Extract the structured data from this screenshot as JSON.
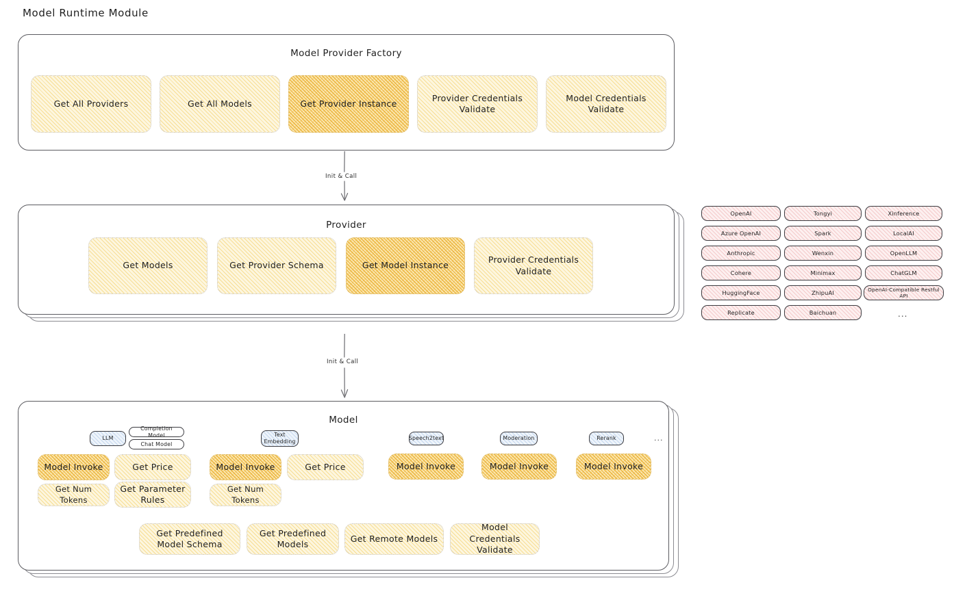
{
  "page": {
    "title": "Model Runtime Module"
  },
  "factory": {
    "title": "Model Provider Factory",
    "methods": [
      {
        "label": "Get All Providers",
        "highlight": false
      },
      {
        "label": "Get All Models",
        "highlight": false
      },
      {
        "label": "Get Provider Instance",
        "highlight": true
      },
      {
        "label": "Provider Credentials Validate",
        "highlight": false
      },
      {
        "label": "Model Credentials Validate",
        "highlight": false
      }
    ]
  },
  "connector1": {
    "label": "Init & Call"
  },
  "provider": {
    "title": "Provider",
    "methods": [
      {
        "label": "Get Models",
        "highlight": false
      },
      {
        "label": "Get Provider Schema",
        "highlight": false
      },
      {
        "label": "Get Model Instance",
        "highlight": true
      },
      {
        "label": "Provider Credentials Validate",
        "highlight": false
      }
    ]
  },
  "connector2": {
    "label": "Init & Call"
  },
  "provider_list": {
    "columns": [
      {
        "items": [
          "OpenAI",
          "Azure OpenAI",
          "Anthropic",
          "Cohere",
          "HuggingFace",
          "Replicate"
        ]
      },
      {
        "items": [
          "Tongyi",
          "Spark",
          "Wenxin",
          "Minimax",
          "ZhipuAI",
          "Baichuan"
        ]
      },
      {
        "items": [
          "Xinference",
          "LocalAI",
          "OpenLLM",
          "ChatGLM",
          "OpenAI-Compatible Restful API"
        ]
      }
    ],
    "more": "..."
  },
  "model": {
    "title": "Model",
    "more": "...",
    "types": [
      {
        "name": "LLM",
        "subtypes": [
          "Completion Model",
          "Chat Model"
        ],
        "methods": [
          {
            "label": "Model Invoke",
            "highlight": true
          },
          {
            "label": "Get Price",
            "highlight": false
          },
          {
            "label": "Get Num Tokens",
            "highlight": false
          },
          {
            "label": "Get Parameter Rules",
            "highlight": false
          }
        ]
      },
      {
        "name": "Text Embedding",
        "subtypes": [],
        "methods": [
          {
            "label": "Model Invoke",
            "highlight": true
          },
          {
            "label": "Get Price",
            "highlight": false
          },
          {
            "label": "Get Num Tokens",
            "highlight": false
          }
        ]
      },
      {
        "name": "Speech2text",
        "subtypes": [],
        "methods": [
          {
            "label": "Model Invoke",
            "highlight": true
          }
        ]
      },
      {
        "name": "Moderation",
        "subtypes": [],
        "methods": [
          {
            "label": "Model Invoke",
            "highlight": true
          }
        ]
      },
      {
        "name": "Rerank",
        "subtypes": [],
        "methods": [
          {
            "label": "Model Invoke",
            "highlight": true
          }
        ]
      }
    ],
    "common_methods": [
      "Get Predefined Model Schema",
      "Get Predefined Models",
      "Get Remote Models",
      "Model Credentials Validate"
    ]
  },
  "colors": {
    "accent_highlight": "#f0c449",
    "accent_soft": "#fdf6df",
    "provider_chip": "#fdf0f0",
    "model_badge": "#eef4fb",
    "stroke": "#5b5b60"
  }
}
